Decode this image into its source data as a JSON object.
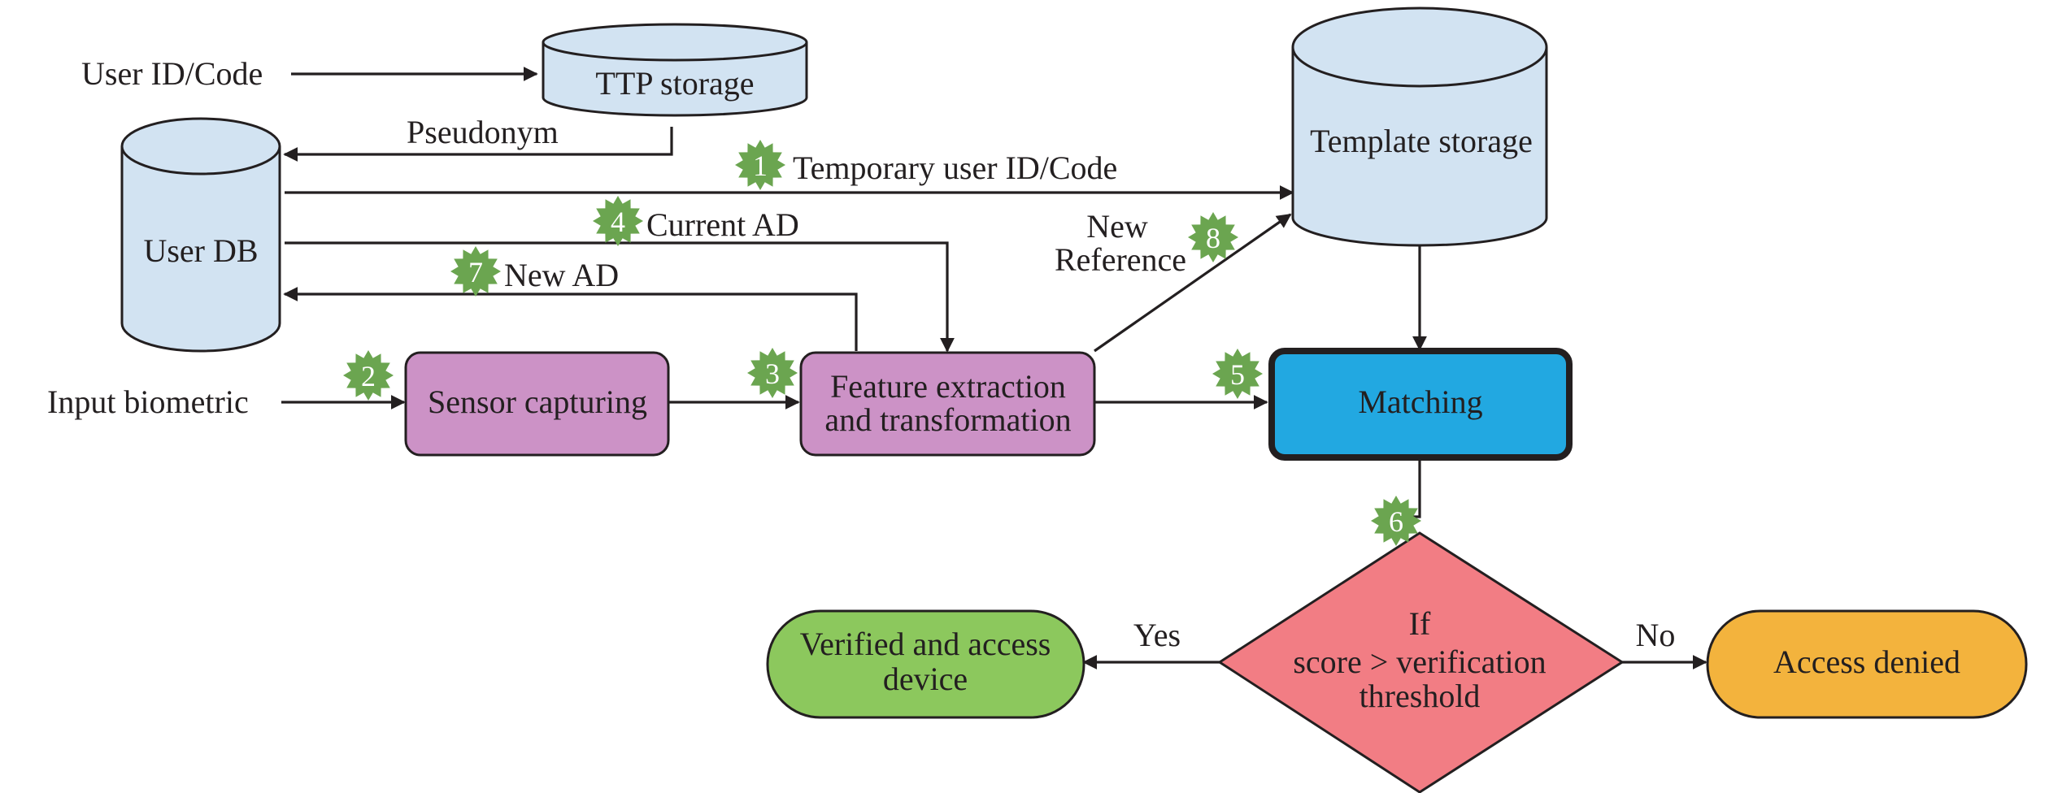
{
  "nodes": {
    "ttp_storage": "TTP storage",
    "template_storage": "Template storage",
    "user_db": "User DB",
    "sensor_capturing": "Sensor capturing",
    "feature_line1": "Feature extraction",
    "feature_line2": "and transformation",
    "matching": "Matching",
    "decision_line1": "If",
    "decision_line2": "score > verification",
    "decision_line3": "threshold",
    "verified_line1": "Verified and access",
    "verified_line2": "device",
    "access_denied": "Access denied"
  },
  "edges": {
    "user_id_code": "User ID/Code",
    "pseudonym": "Pseudonym",
    "temporary_user_id": "Temporary user ID/Code",
    "current_ad": "Current AD",
    "new_ad": "New AD",
    "new_reference_line1": "New",
    "new_reference_line2": "Reference",
    "input_biometric": "Input biometric",
    "yes": "Yes",
    "no": "No"
  },
  "steps": [
    "1",
    "2",
    "3",
    "4",
    "5",
    "6",
    "7",
    "8"
  ],
  "colors": {
    "database_fill": "#d2e3f2",
    "process_fill": "#cc92c6",
    "matching_fill": "#22a8e1",
    "decision_fill": "#f27d84",
    "verified_fill": "#8cc85d",
    "denied_fill": "#f3b33d",
    "badge_fill": "#6ba550",
    "line": "#231f20"
  }
}
